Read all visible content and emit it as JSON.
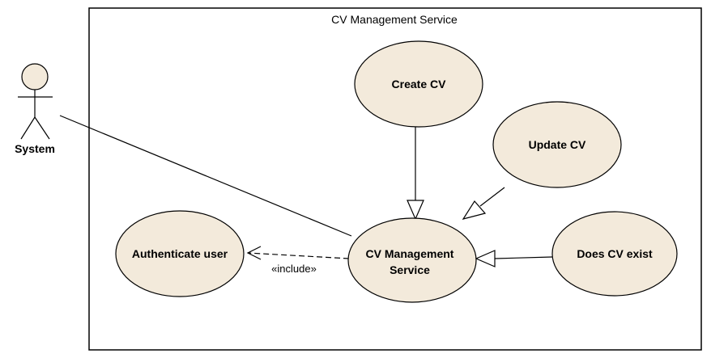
{
  "diagram": {
    "boundary_title": "CV Management Service",
    "actor": {
      "name": "System"
    },
    "use_cases": {
      "create_cv": "Create CV",
      "update_cv": "Update CV",
      "cv_management_line1": "CV Management",
      "cv_management_line2": "Service",
      "authenticate_user": "Authenticate user",
      "does_cv_exist": "Does CV exist"
    },
    "include_label": "«include»",
    "colors": {
      "use_case_fill": "#f3eadb",
      "stroke": "#000000",
      "actor_head_fill": "#f3eadb"
    }
  }
}
